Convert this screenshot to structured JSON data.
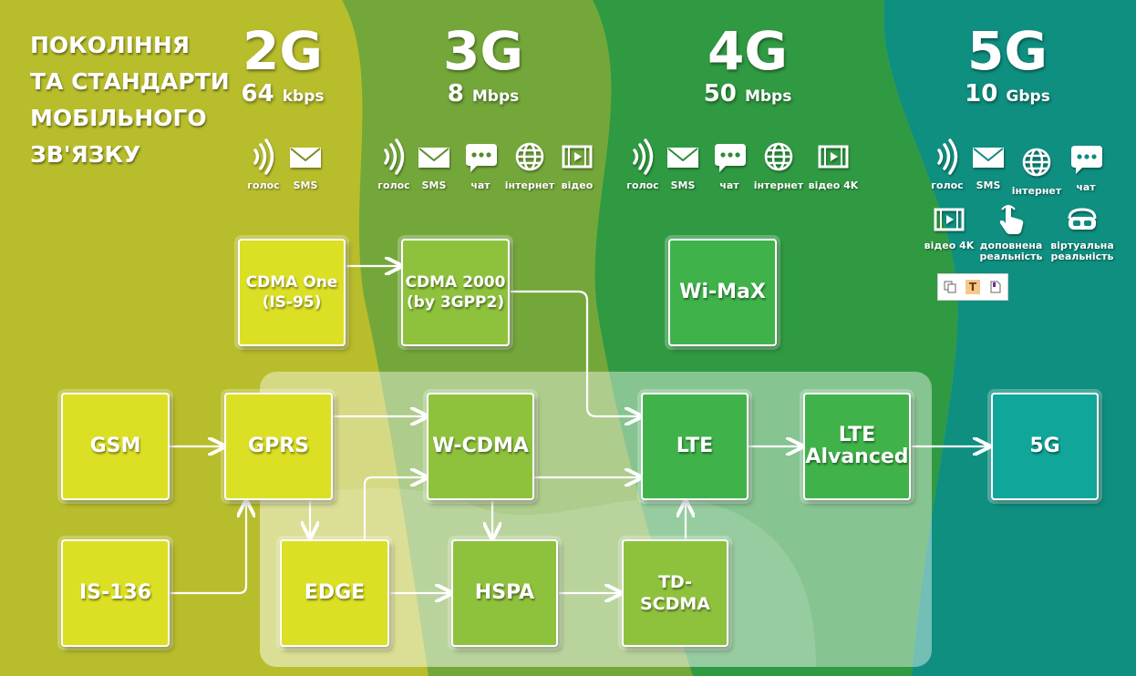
{
  "title": [
    "ПОКОЛІННЯ",
    "ТА СТАНДАРТИ",
    "МОБІЛЬНОГО",
    "ЗВ'ЯЗКУ"
  ],
  "generations": [
    {
      "label": "2G",
      "speed_value": "64",
      "speed_unit": "kbps"
    },
    {
      "label": "3G",
      "speed_value": "8",
      "speed_unit": "Mbps"
    },
    {
      "label": "4G",
      "speed_value": "50",
      "speed_unit": "Mbps"
    },
    {
      "label": "5G",
      "speed_value": "10",
      "speed_unit": "Gbps"
    }
  ],
  "features": {
    "g2": [
      "голос",
      "SMS"
    ],
    "g3": [
      "голос",
      "SMS",
      "чат",
      "інтернет",
      "відео"
    ],
    "g4": [
      "голос",
      "SMS",
      "чат",
      "інтернет",
      "відео 4K"
    ],
    "g5": [
      "голос",
      "SMS",
      "інтернет",
      "чат",
      "відео 4K",
      "доповнена реальність",
      "віртуальна реальність"
    ]
  },
  "feature_icons": {
    "voice": "voice-icon",
    "sms": "envelope-icon",
    "chat": "chat-icon",
    "internet": "globe-icon",
    "video": "video-icon",
    "ar": "hand-tap-icon",
    "vr": "vr-headset-icon"
  },
  "standards": {
    "cdma_one": "CDMA One\n(IS-95)",
    "cdma_2000": "CDMA 2000\n(by 3GPP2)",
    "wimax": "Wi-MaX",
    "gsm": "GSM",
    "gprs": "GPRS",
    "wcdma": "W-CDMA",
    "lte": "LTE",
    "lte_advanced": "LTE\nAlvanced",
    "g5": "5G",
    "is136": "IS-136",
    "edge": "EDGE",
    "hspa": "HSPA",
    "td_scdma": "TD-SCDMA"
  },
  "colors": {
    "era_2g": "#b8bd2c",
    "era_3g": "#74a73a",
    "era_4g": "#2f9a42",
    "era_5g": "#0f8f80",
    "box_2g": "#dce024",
    "box_3g": "#8fc23c",
    "box_4g": "#3fb34a",
    "box_5g": "#10a699"
  },
  "toolbar": {
    "icons": [
      "copy-icon",
      "text-icon",
      "page-icon"
    ],
    "text_glyph": "T"
  }
}
